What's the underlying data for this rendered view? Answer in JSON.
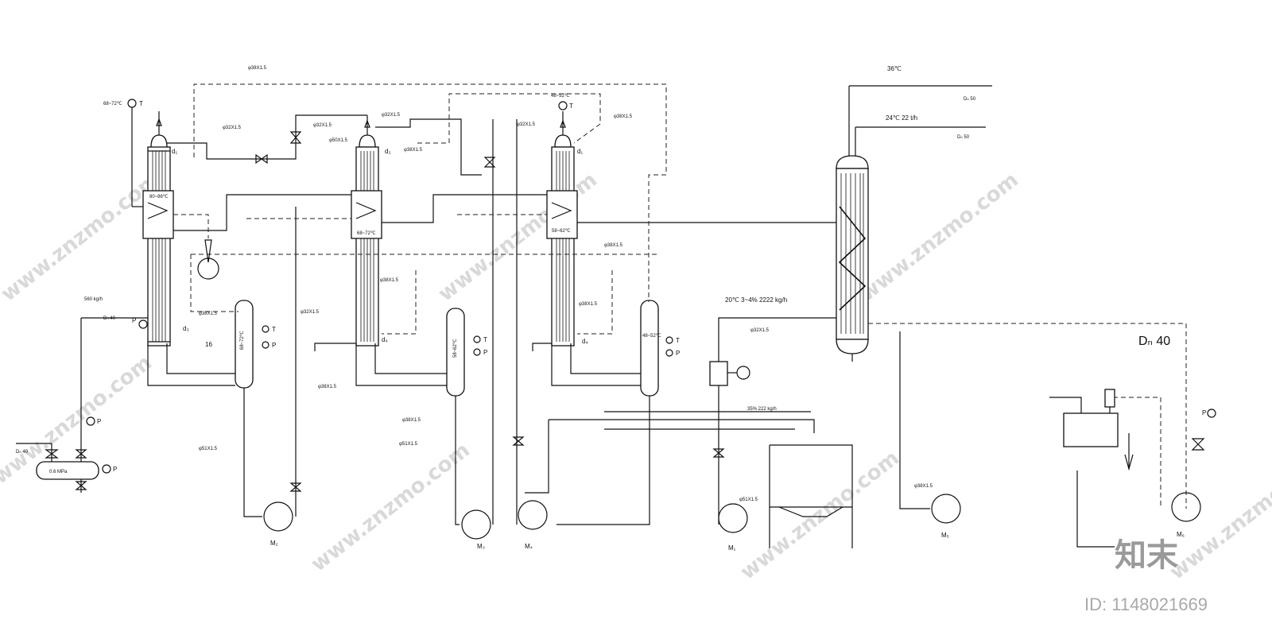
{
  "watermark": {
    "site": "www.znzmo.com",
    "brand": "知末",
    "id_text": "ID: 1148021669"
  },
  "labels": {
    "pipe_38": "φ38X1.5",
    "pipe_32": "φ32X1.5",
    "pipe_50": "φ50X1.5",
    "pipe_51": "φ51X1.5",
    "temp_36": "36℃",
    "cooling_water": "24℃ 22 t/h",
    "dn50_a": "Dₙ 50",
    "dn50_b": "Dₙ 50",
    "feed": "20℃ 3~4%  2222 kg/h",
    "product": "35%   222 kg/h",
    "steam_flow": "560 kg/h",
    "dn40_small": "Dₙ 40",
    "dn40_in": "Dₙ 40",
    "dn40_big": "Dₙ 40",
    "steam_pressure": "0.6 MPa",
    "evap1_top_temp": "68~72℃",
    "evap1_sep_temp": "68~72℃",
    "evap1_heater": "80~86℃",
    "evap2_heater": "68~72℃",
    "evap2_sep_temp": "58~62℃",
    "evap3_top_temp": "48~52℃",
    "evap3_heater": "58~62℃",
    "evap3_sep_temp": "48~52℃",
    "sixteen": "16",
    "d1": "d₁",
    "d2": "d₂",
    "d3": "d₃",
    "d4": "d₄",
    "t": "T",
    "p": "P"
  },
  "pumps": {
    "m1": "M₁",
    "m2": "M₂",
    "m3": "M₃",
    "m4": "M₄",
    "m5": "M₅",
    "m6": "M₆"
  }
}
